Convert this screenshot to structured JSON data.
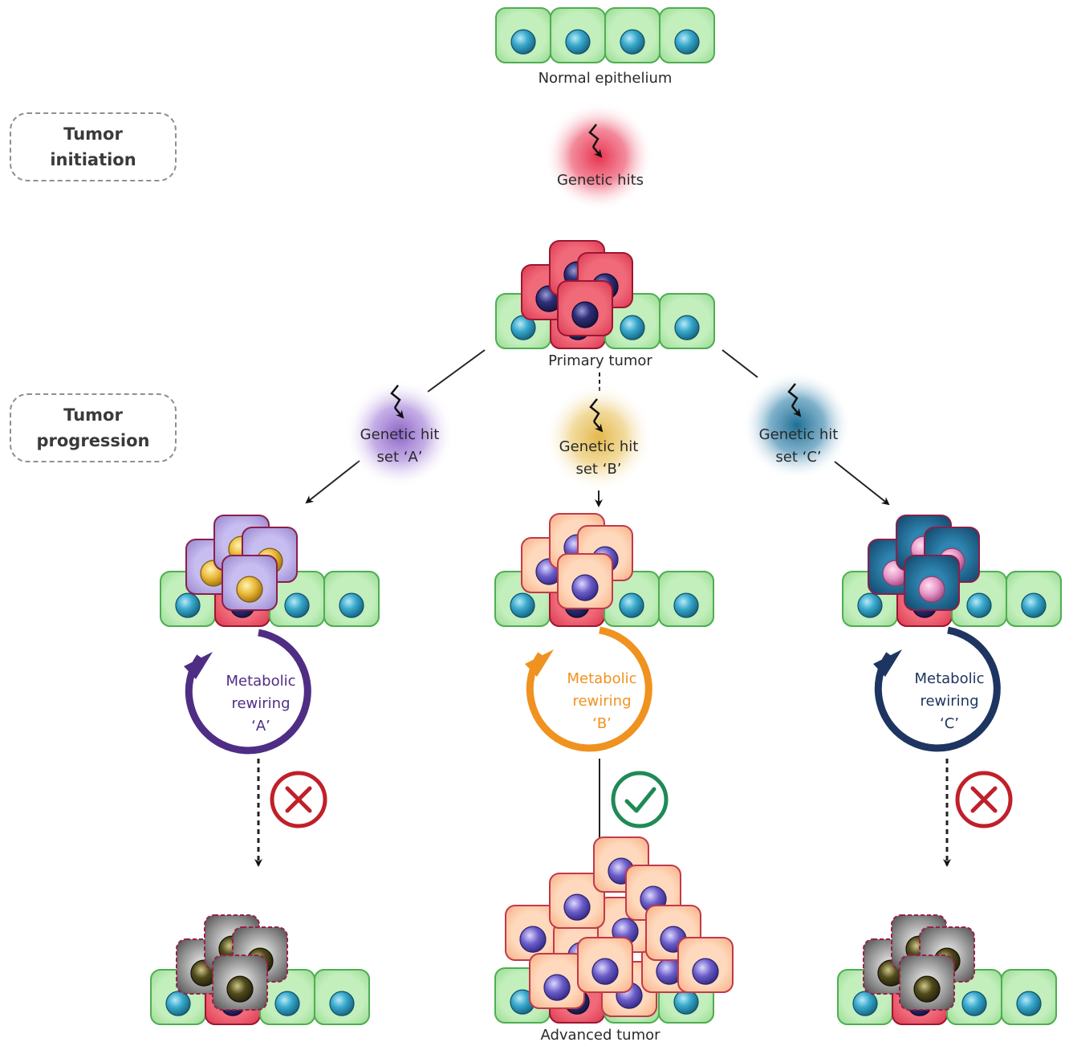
{
  "stages": {
    "initiation": "Tumor\ninitiation",
    "progression": "Tumor\nprogression"
  },
  "labels": {
    "normal": "Normal epithelium",
    "primary": "Primary tumor",
    "advanced": "Advanced tumor"
  },
  "hits": {
    "initial": "Genetic hits",
    "a_line1": "Genetic hit",
    "a_line2": "set ‘A’",
    "b_line1": "Genetic hit",
    "b_line2": "set ‘B’",
    "c_line1": "Genetic hit",
    "c_line2": "set ‘C’"
  },
  "rewiring": {
    "a": [
      "Metabolic",
      "rewiring",
      "‘A’"
    ],
    "b": [
      "Metabolic",
      "rewiring",
      "‘B’"
    ],
    "c": [
      "Metabolic",
      "rewiring",
      "‘C’"
    ]
  },
  "colors": {
    "normal_cell": "#aee6a8",
    "normal_nucleus": "#2f9fbf",
    "tumor_cell": "#e8485e",
    "tumor_nucleus": "#2a2a6e",
    "clone_a": "#a99ad6",
    "clone_a_nucleus": "#e9b830",
    "clone_b": "#f9b98e",
    "clone_b_nucleus": "#6a5cc0",
    "clone_c": "#1f5f86",
    "clone_c_nucleus": "#e890c4",
    "dead_cell": "#6d6d6d",
    "dead_nucleus": "#4e4a22",
    "rewiring_a": "#4f2d85",
    "rewiring_b": "#f0921f",
    "rewiring_c": "#1d3560",
    "fail_mark": "#c0202a",
    "success_mark": "#1f8a55"
  },
  "icons": {
    "genetic_hit": "lightning-arrow-icon",
    "fail": "x-circle-icon",
    "success": "checkmark-circle-icon"
  }
}
